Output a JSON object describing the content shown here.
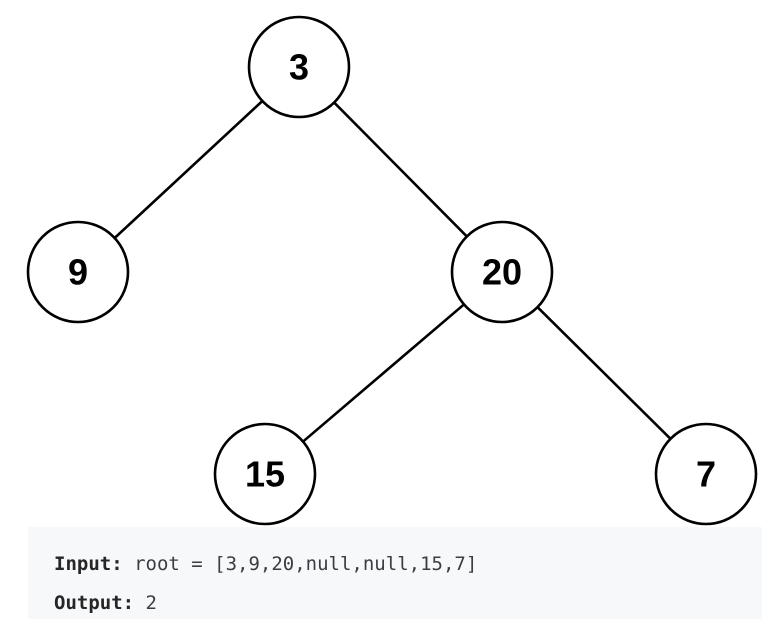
{
  "tree": {
    "nodes": [
      {
        "id": "n3",
        "label": "3"
      },
      {
        "id": "n9",
        "label": "9"
      },
      {
        "id": "n20",
        "label": "20"
      },
      {
        "id": "n15",
        "label": "15"
      },
      {
        "id": "n7",
        "label": "7"
      }
    ],
    "edges": [
      {
        "from": "n3",
        "to": "n9"
      },
      {
        "from": "n3",
        "to": "n20"
      },
      {
        "from": "n20",
        "to": "n15"
      },
      {
        "from": "n20",
        "to": "n7"
      }
    ]
  },
  "example": {
    "input_label": "Input:",
    "input_value": "root = [3,9,20,null,null,15,7]",
    "output_label": "Output:",
    "output_value": "2"
  },
  "colors": {
    "stroke": "#000000",
    "node_fill": "#ffffff",
    "example_background": "#f7f8fa",
    "example_text": "#262626"
  }
}
